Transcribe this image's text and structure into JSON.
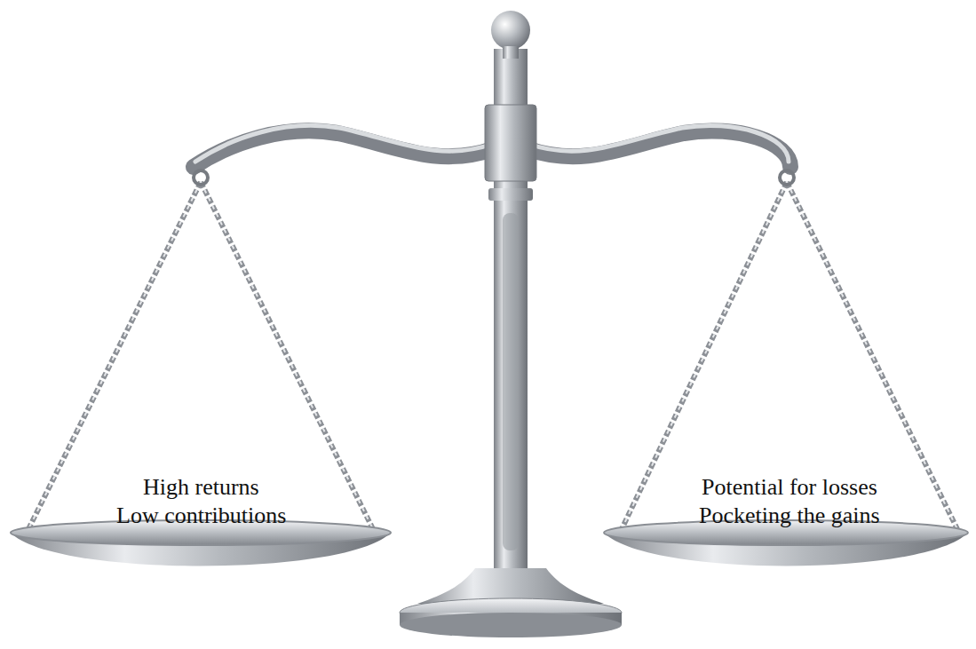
{
  "diagram": {
    "labels": [
      "High returns",
      "Low contributions",
      "Potential for losses",
      "Pocketing the gains"
    ]
  }
}
